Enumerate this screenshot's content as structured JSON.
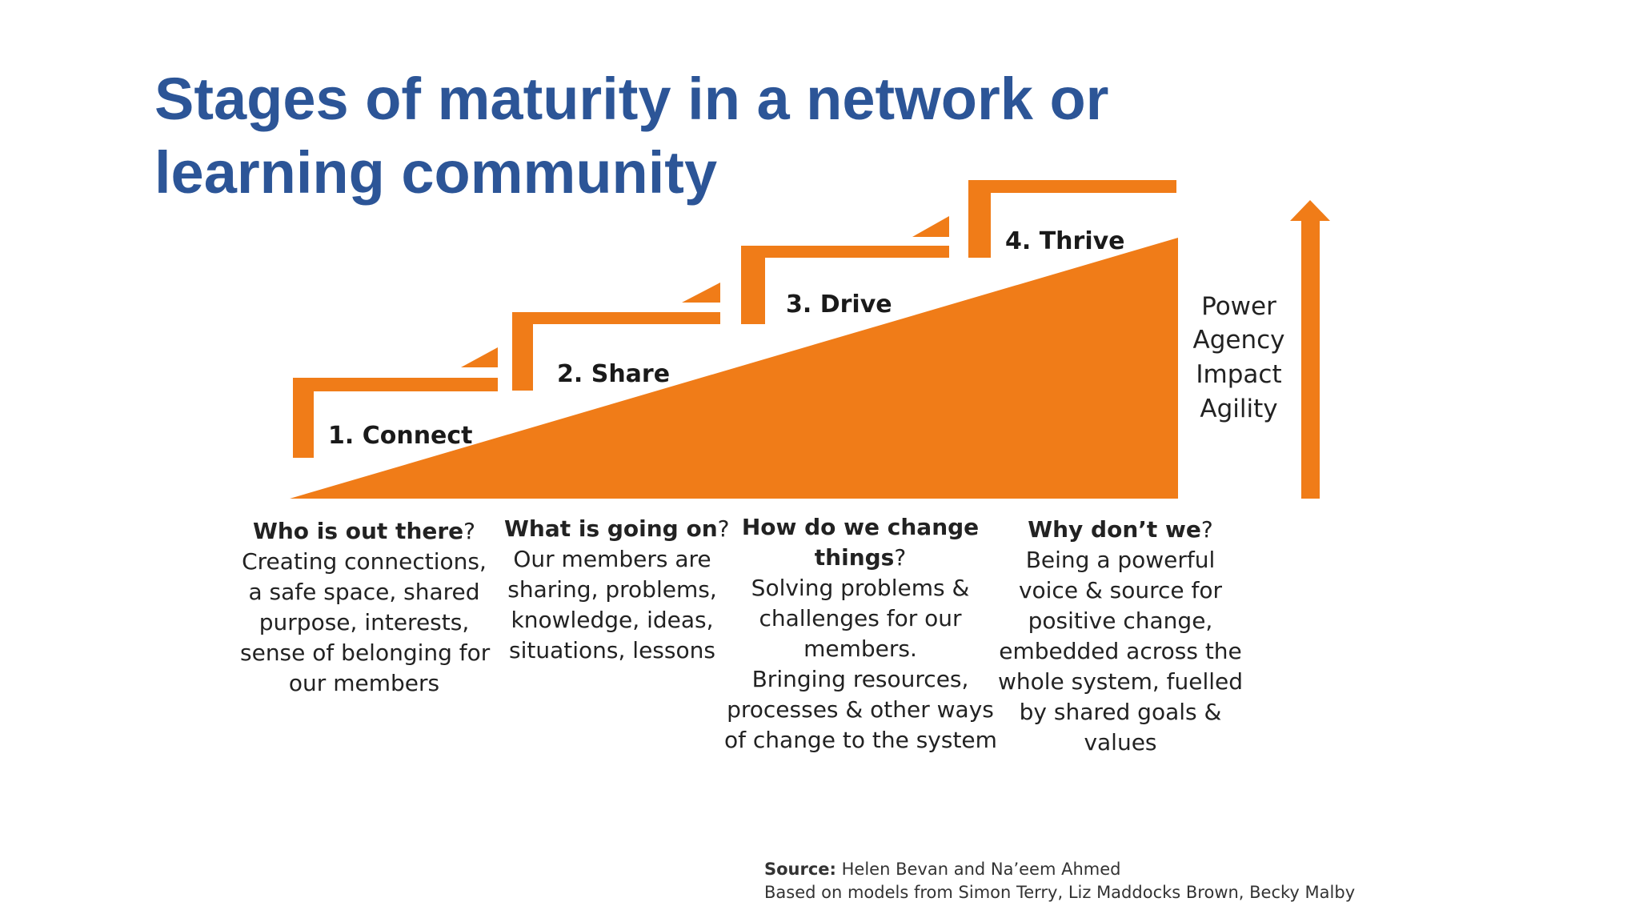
{
  "title": "Stages of maturity in a network or learning community",
  "colors": {
    "title": "#2c5597",
    "accent_orange": "#f07c18",
    "text": "#222222"
  },
  "stages": [
    {
      "label": "1. Connect",
      "question": "Who is out there",
      "question_mark": "?",
      "description_lines": [
        "Creating connections,",
        "a safe space, shared",
        "purpose, interests,",
        "sense of belonging for",
        "our members"
      ]
    },
    {
      "label": "2. Share",
      "question": "What is going on",
      "question_mark": "?",
      "description_lines": [
        "Our members are",
        "sharing, problems,",
        "knowledge, ideas,",
        "situations, lessons"
      ]
    },
    {
      "label": "3. Drive",
      "question_lines": [
        "How do we change",
        "things"
      ],
      "question_mark": "?",
      "description_lines": [
        "Solving problems &",
        "challenges for our",
        "members.",
        "Bringing resources,",
        "processes & other ways",
        "of change to the system"
      ]
    },
    {
      "label": "4. Thrive",
      "question": "Why don’t we",
      "question_mark": "?",
      "description_lines": [
        "Being a powerful",
        "voice & source for",
        "positive change,",
        "embedded across the",
        "whole system, fuelled",
        "by shared goals &",
        "values"
      ]
    }
  ],
  "outcomes": [
    "Power",
    "Agency",
    "Impact",
    "Agility"
  ],
  "source": {
    "label": "Source:",
    "authors": "Helen Bevan and Na’eem Ahmed",
    "based_on": "Based on models from Simon Terry, Liz Maddocks Brown, Becky Malby"
  }
}
